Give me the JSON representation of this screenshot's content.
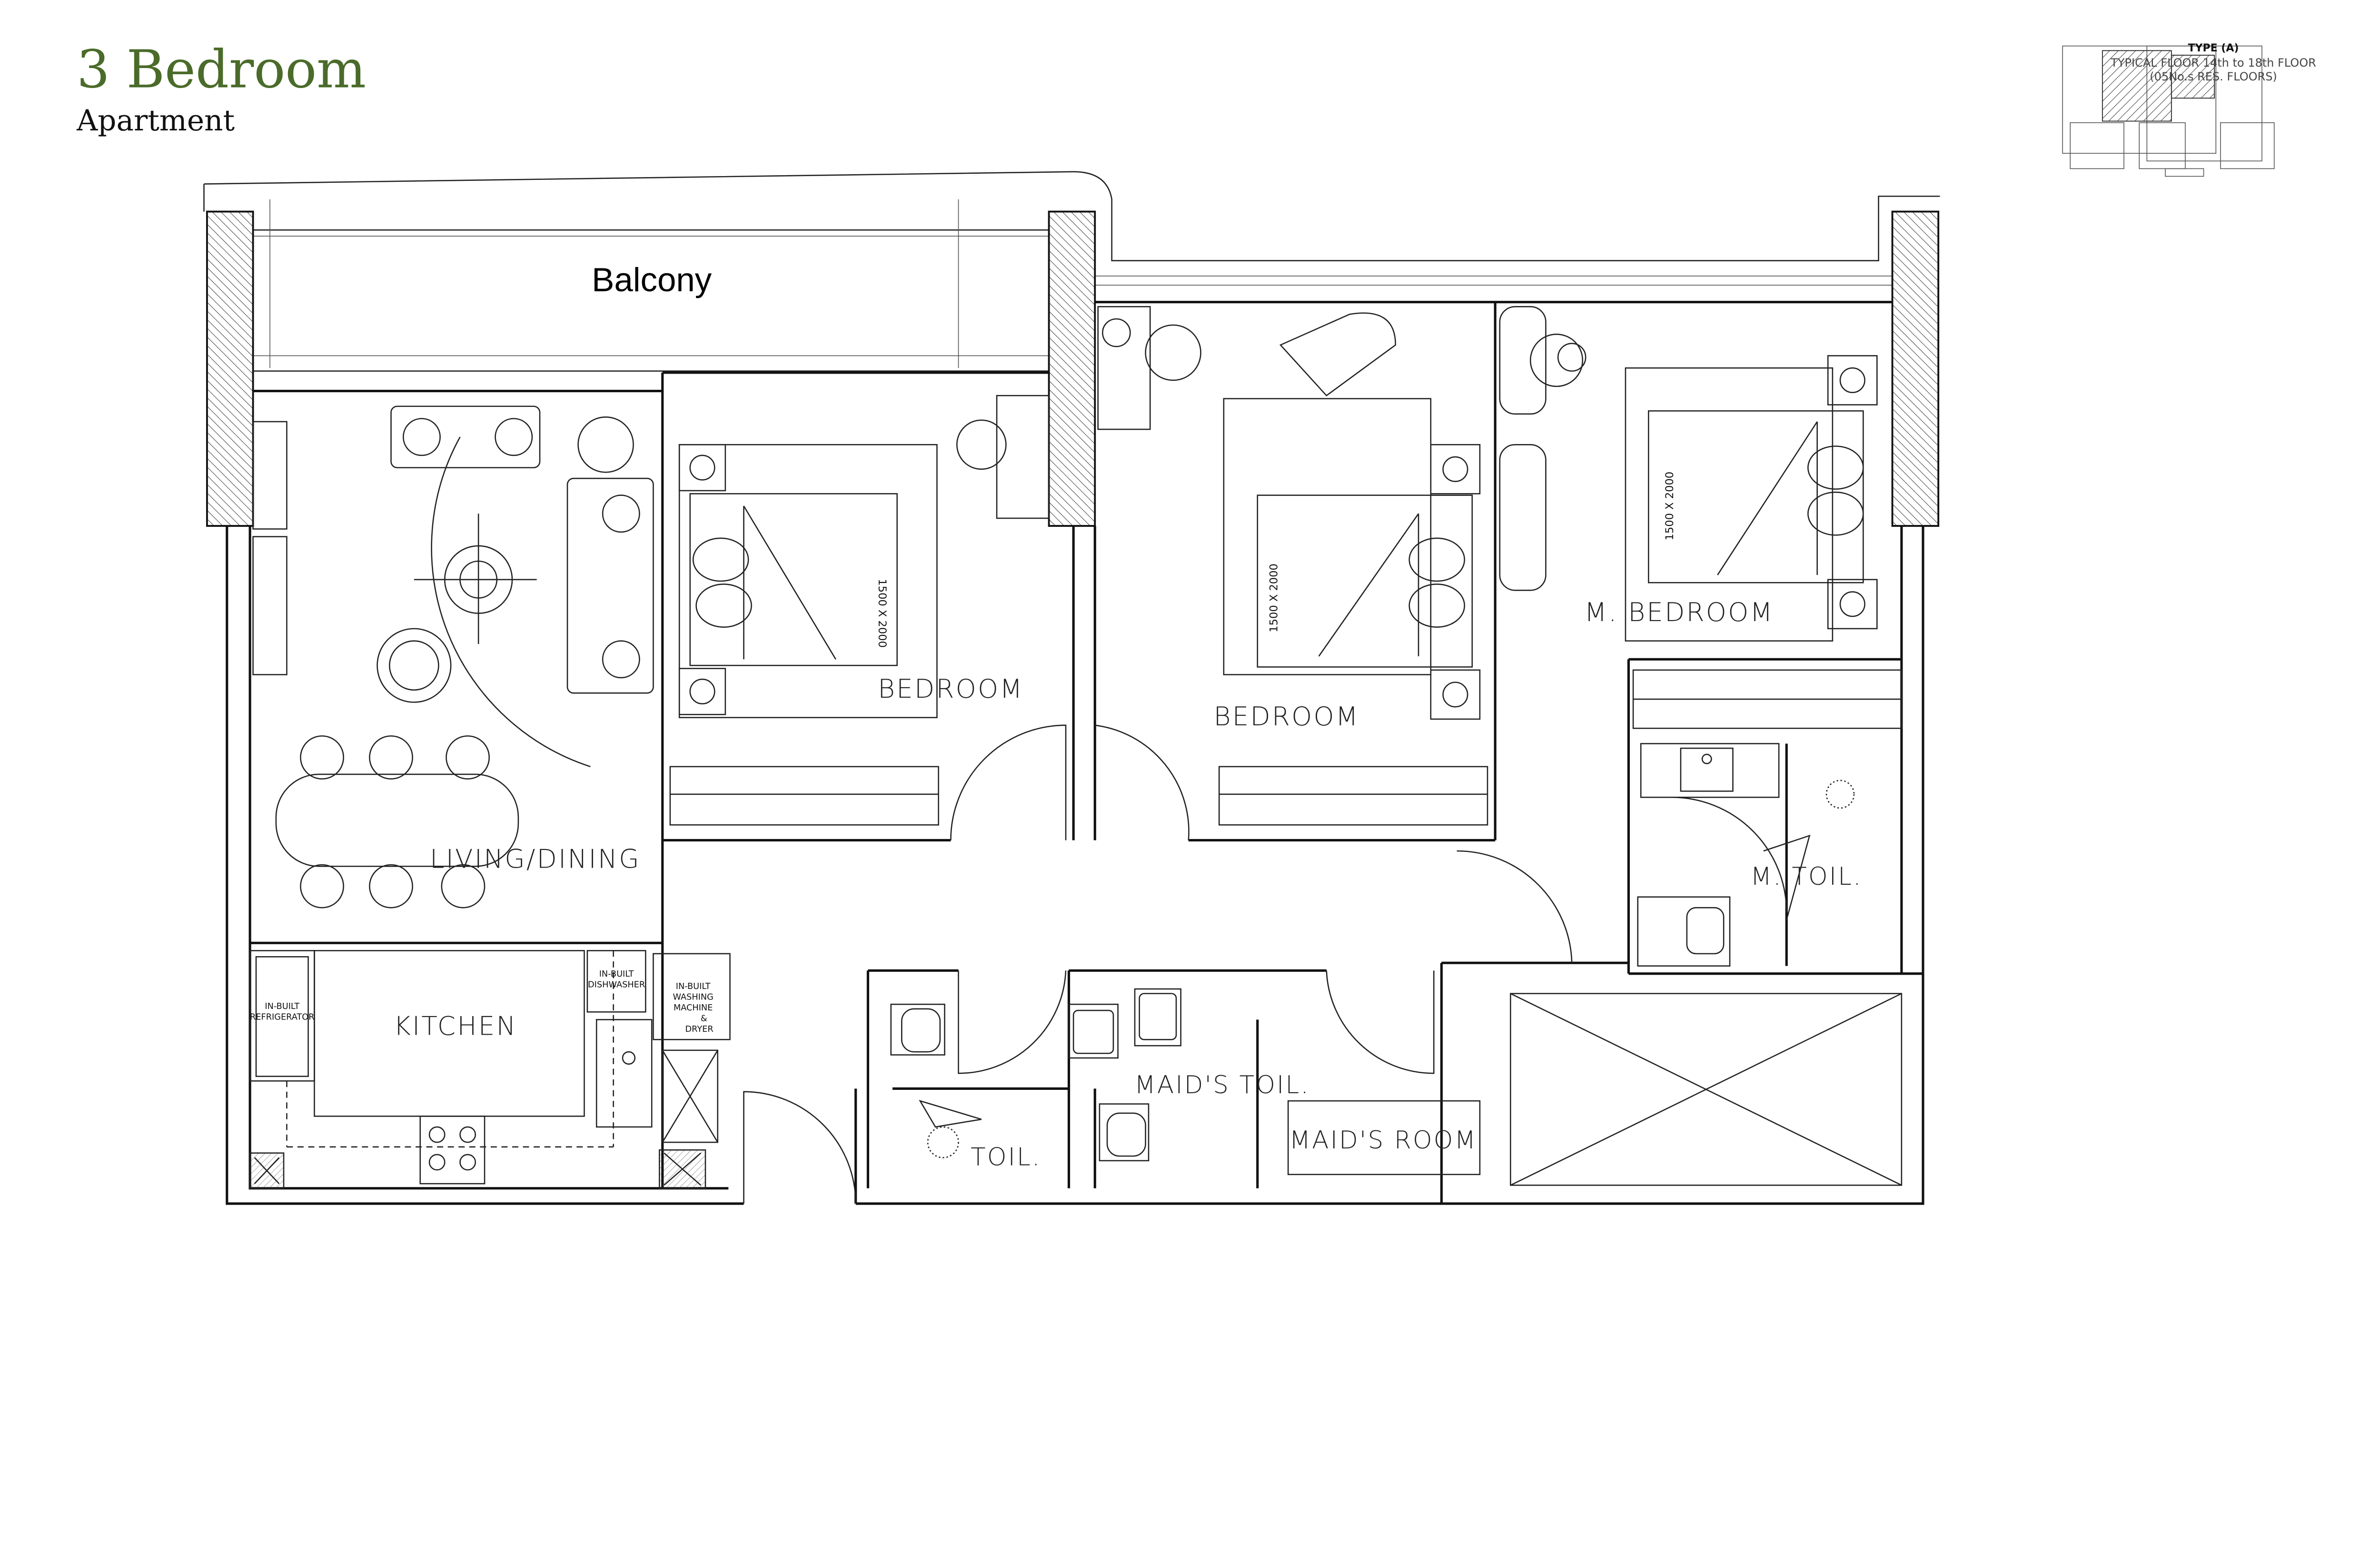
{
  "header": {
    "title": "3 Bedroom",
    "subtitle": "Apartment",
    "title_color": "#4a6b2a"
  },
  "key_plan": {
    "type_label": "TYPE (A)",
    "floor_line": "TYPICAL FLOOR 14th to 18th FLOOR",
    "floors_note": "(05No.s RES. FLOORS)"
  },
  "rooms": {
    "balcony": "Balcony",
    "living_dining": "LIVING/DINING",
    "kitchen": "KITCHEN",
    "bedroom_1": "BEDROOM",
    "bedroom_2": "BEDROOM",
    "master_bedroom": "M. BEDROOM",
    "master_toilet": "M. TOIL.",
    "maids_toilet": "MAID'S TOIL.",
    "toilet": "TOIL.",
    "maids_room": "MAID'S ROOM"
  },
  "appliances": {
    "refrigerator": [
      "IN-BUILT",
      "REFRIGERATOR"
    ],
    "dishwasher": [
      "IN-BUILT",
      "DISHWASHER"
    ],
    "washer": [
      "IN-BUILT",
      "WASHING",
      "MACHINE",
      "&",
      "DRYER"
    ]
  },
  "bed_sizes": {
    "bedroom_1": "1500 X 2000",
    "bedroom_2": "1500 X 2000",
    "master_bedroom": "1500 X 2000"
  }
}
